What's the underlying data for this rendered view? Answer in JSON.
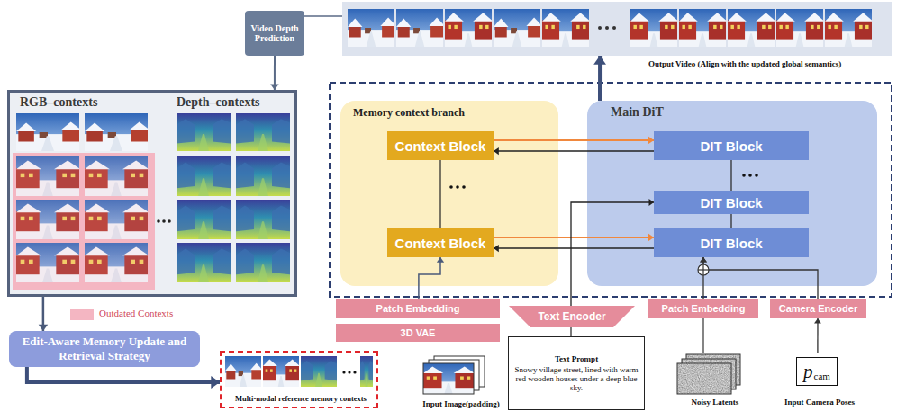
{
  "diagram": {
    "nodes": [
      {
        "text": [
          "Video Depth Prediction"
        ]
      },
      {
        "text": [
          "Output Video (Align with the updated global semantics)"
        ]
      },
      {
        "text": [
          "RGB–contexts",
          "Depth–contexts"
        ]
      },
      {
        "text": [
          "Edit-Aware Memory Update and Retrieval Strategy"
        ]
      },
      {
        "text": [
          "Memory context branch"
        ]
      },
      {
        "text": [
          "Context Block"
        ],
        "in": 4
      },
      {
        "text": [
          "Context Block"
        ],
        "in": 4
      },
      {
        "text": [
          "Main DiT"
        ]
      },
      {
        "text": [
          "DIT Block"
        ],
        "in": 7
      },
      {
        "text": [
          "DIT Block"
        ],
        "in": 7
      },
      {
        "text": [
          "DIT Block"
        ],
        "in": 7
      },
      {
        "text": [
          "Patch Embedding"
        ]
      },
      {
        "text": [
          "3D VAE"
        ]
      },
      {
        "text": [
          "Text Encoder"
        ]
      },
      {
        "text": [
          "Patch Embedding"
        ]
      },
      {
        "text": [
          "Camera Encoder"
        ]
      },
      {
        "text": [
          "Multi-modal reference memory contexts"
        ]
      },
      {
        "text": [
          "Input Image(padding)"
        ]
      },
      {
        "text": [
          "Text Prompt",
          "Snowy village street, lined with warm red wooden houses under a deep blue sky."
        ]
      },
      {
        "text": [
          "Noisy Latents"
        ]
      },
      {
        "text": [
          "Input Camera Poses"
        ]
      },
      {
        "text": [
          "p",
          "cam"
        ],
        "in": 20
      }
    ],
    "edges": [
      {
        "from": 1,
        "to": 0,
        "arrow": "none"
      },
      {
        "from": 0,
        "to": 2,
        "arrow": "to"
      },
      {
        "from": 2,
        "to": 3,
        "arrow": "to"
      },
      {
        "from": 3,
        "to": 16,
        "arrow": "to"
      },
      {
        "from": 7,
        "to": 1,
        "arrow": "to"
      },
      {
        "from": 11,
        "to": 6,
        "arrow": "to"
      },
      {
        "from": 5,
        "to": 8,
        "arrow": "to"
      },
      {
        "from": 8,
        "to": 5,
        "arrow": "to"
      },
      {
        "from": 6,
        "to": 10,
        "arrow": "to"
      },
      {
        "from": 10,
        "to": 6,
        "arrow": "to"
      },
      {
        "from": 5,
        "to": 6,
        "arrow": "none"
      },
      {
        "from": 8,
        "to": 9,
        "arrow": "none"
      },
      {
        "from": 9,
        "to": 10,
        "arrow": "none"
      },
      {
        "from": 13,
        "to": 9,
        "arrow": "to"
      },
      {
        "from": 18,
        "to": 13,
        "arrow": "none"
      },
      {
        "from": 14,
        "to": 10,
        "arrow": "to"
      },
      {
        "from": 15,
        "to": 10,
        "arrow": "to"
      },
      {
        "from": 19,
        "to": 14,
        "arrow": "none"
      },
      {
        "from": 20,
        "to": 15,
        "arrow": "to"
      }
    ],
    "legend": [
      {
        "text": "Outdated Contexts",
        "color": "#f4b6c2"
      }
    ]
  }
}
